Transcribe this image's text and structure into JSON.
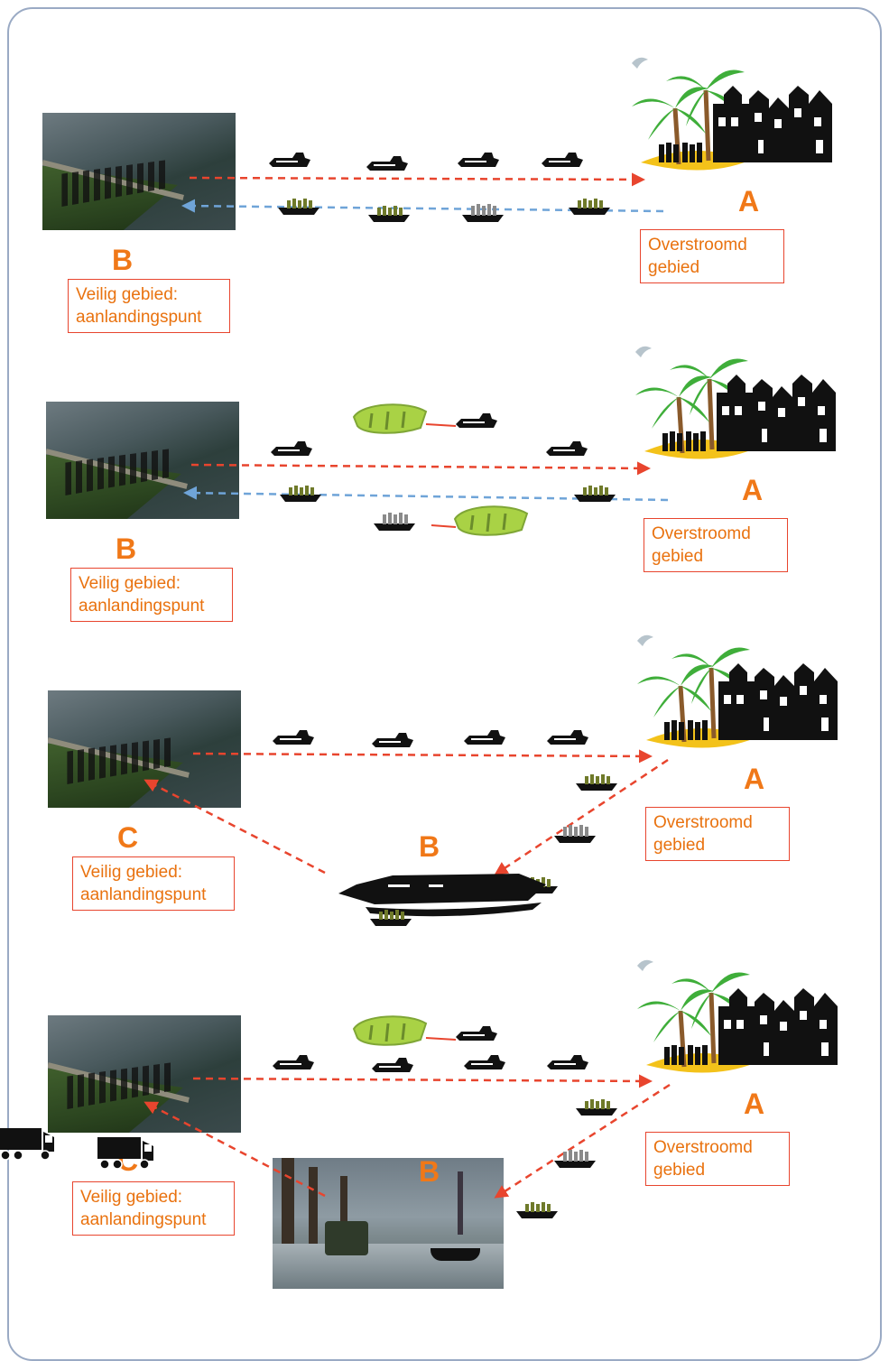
{
  "panels": [
    {
      "site_letter": "B",
      "site_box": [
        "Veilig gebied:",
        "aanlandingspunt"
      ],
      "area_letter": "A",
      "area_box": [
        "Overstroomd",
        "gebied"
      ]
    },
    {
      "site_letter": "B",
      "site_box": [
        "Veilig gebied:",
        "aanlandingspunt"
      ],
      "area_letter": "A",
      "area_box": [
        "Overstroomd",
        "gebied"
      ]
    },
    {
      "site_letter": "C",
      "site_box": [
        "Veilig gebied:",
        "aanlandingspunt"
      ],
      "area_letter": "A",
      "area_box": [
        "Overstroomd",
        "gebied"
      ],
      "transfer_letter": "B"
    },
    {
      "site_letter": "C",
      "site_box": [
        "Veilig gebied:",
        "aanlandingspunt"
      ],
      "area_letter": "A",
      "area_box": [
        "Overstroomd",
        "gebied"
      ],
      "transfer_letter": "B"
    }
  ],
  "colors": {
    "arrow_red": "#e8452e",
    "arrow_blue": "#6fa4d8",
    "letter_orange": "#f07818",
    "box_text": "#e9720f",
    "frame": "#9aaac4",
    "palm_green": "#3fae3a",
    "sand": "#f3c21a",
    "raft_green": "#a9d245"
  },
  "icons": [
    "dike-photo",
    "island-with-palms-icon",
    "canal-houses-icon",
    "motorboat-icon",
    "loaded-boat-icon",
    "rubber-raft-icon",
    "ferry-icon",
    "truck-icon",
    "flooded-street-photo",
    "bird-icon"
  ]
}
